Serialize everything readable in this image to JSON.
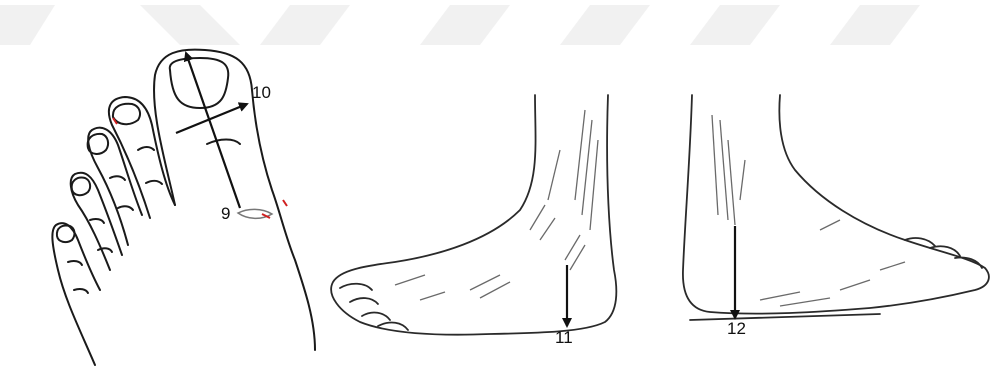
{
  "figure": {
    "markers": [
      {
        "id": "9",
        "text": "9",
        "view": "toe-top"
      },
      {
        "id": "10",
        "text": "10",
        "view": "toe-top"
      },
      {
        "id": "11",
        "text": "11",
        "view": "foot-lateral"
      },
      {
        "id": "12",
        "text": "12",
        "view": "foot-medial"
      }
    ]
  },
  "colors": {
    "outline": "#1a1a1a",
    "sketch": "#5a5a5a",
    "watermark": "#f0f0f0",
    "accent": "#d02020"
  }
}
